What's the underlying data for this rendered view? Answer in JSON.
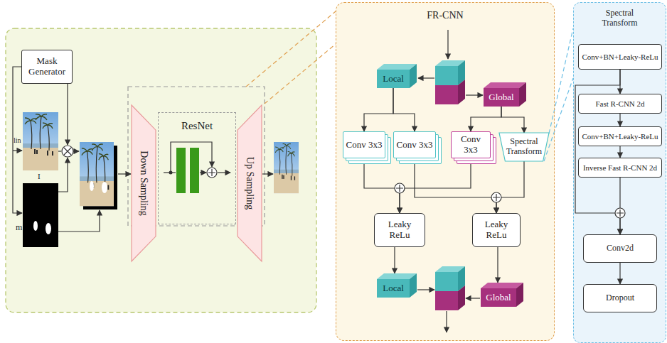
{
  "diagram": {
    "nodes": [
      {
        "text": [
          "Mask Generator"
        ]
      },
      {
        "text": [
          "Down Sampling"
        ]
      },
      {
        "text": [
          "ResNet"
        ]
      },
      {
        "text": [
          "Up Sampling"
        ]
      },
      {
        "text": [
          "FR-CNN"
        ]
      },
      {
        "text": [
          "Local"
        ],
        "in": 4
      },
      {
        "text": [
          "Global"
        ],
        "in": 4
      },
      {
        "text": [
          "Conv 3x3"
        ],
        "in": 4
      },
      {
        "text": [
          "Conv 3x3"
        ],
        "in": 4
      },
      {
        "text": [
          "Conv 3x3"
        ],
        "in": 4
      },
      {
        "text": [
          "Spectral Transform"
        ],
        "in": 4
      },
      {
        "text": [
          "Leaky ReLu"
        ],
        "in": 4
      },
      {
        "text": [
          "Leaky ReLu"
        ],
        "in": 4
      },
      {
        "text": [
          "Local"
        ],
        "in": 4
      },
      {
        "text": [
          "Global"
        ],
        "in": 4
      },
      {
        "text": [
          "Spectral Transform"
        ]
      },
      {
        "text": [
          "Conv+BN+Leaky-ReLu"
        ],
        "in": 15
      },
      {
        "text": [
          "Fast R-CNN 2d"
        ],
        "in": 15
      },
      {
        "text": [
          "Conv+BN+Leaky-ReLu"
        ],
        "in": 15
      },
      {
        "text": [
          "Inverse Fast R-CNN 2d"
        ],
        "in": 15
      },
      {
        "text": [
          "Conv2d"
        ],
        "in": 15
      },
      {
        "text": [
          "Dropout"
        ],
        "in": 15
      }
    ],
    "edges": [
      {
        "from": 5,
        "to": 7,
        "arrow": "to"
      },
      {
        "from": 5,
        "to": 8,
        "arrow": "to"
      },
      {
        "from": 6,
        "to": 9,
        "arrow": "to"
      },
      {
        "from": 6,
        "to": 10,
        "arrow": "to"
      },
      {
        "from": 7,
        "to": 11,
        "arrow": "to"
      },
      {
        "from": 9,
        "to": 11,
        "arrow": "to"
      },
      {
        "from": 8,
        "to": 12,
        "arrow": "to"
      },
      {
        "from": 10,
        "to": 12,
        "arrow": "to"
      },
      {
        "from": 11,
        "to": 13,
        "arrow": "to"
      },
      {
        "from": 12,
        "to": 14,
        "arrow": "to"
      },
      {
        "from": 16,
        "to": 17,
        "arrow": "to"
      },
      {
        "from": 17,
        "to": 18,
        "arrow": "to"
      },
      {
        "from": 18,
        "to": 19,
        "arrow": "to"
      },
      {
        "from": 19,
        "to": 20,
        "arrow": "to"
      },
      {
        "from": 16,
        "to": 20,
        "arrow": "to"
      },
      {
        "from": 20,
        "to": 21,
        "arrow": "to"
      }
    ],
    "labels": [
      "lin",
      "I",
      "m"
    ]
  }
}
